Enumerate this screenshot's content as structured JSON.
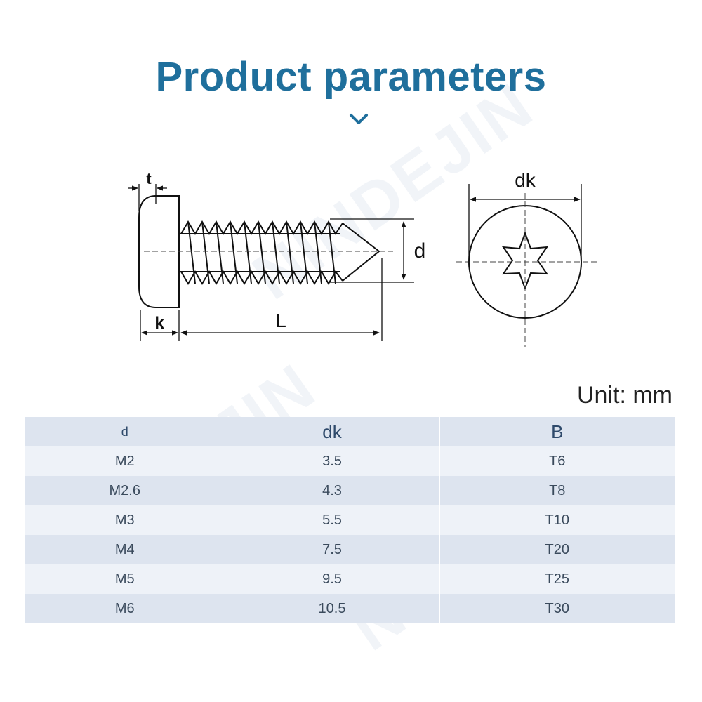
{
  "header": {
    "title": "Product parameters"
  },
  "diagram": {
    "label_t": "t",
    "label_k": "k",
    "label_L": "L",
    "label_d": "d",
    "label_dk": "dk"
  },
  "unit": "Unit: mm",
  "watermark": "NINDEJIN",
  "table": {
    "headers": [
      "d",
      "dk",
      "B"
    ],
    "rows": [
      [
        "M2",
        "3.5",
        "T6"
      ],
      [
        "M2.6",
        "4.3",
        "T8"
      ],
      [
        "M3",
        "5.5",
        "T10"
      ],
      [
        "M4",
        "7.5",
        "T20"
      ],
      [
        "M5",
        "9.5",
        "T25"
      ],
      [
        "M6",
        "10.5",
        "T30"
      ]
    ]
  },
  "colors": {
    "title": "#1f6f9c",
    "row_dark": "#dde4ef",
    "row_light": "#eef2f8"
  }
}
